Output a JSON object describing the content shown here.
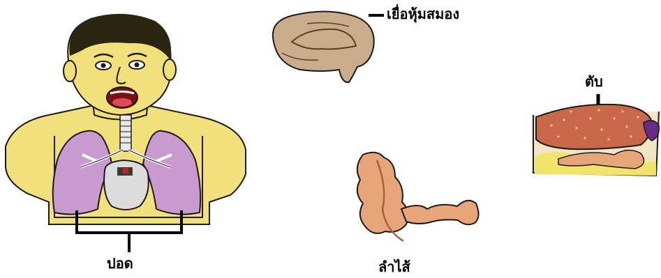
{
  "labels": {
    "meninges": "เยื่อหุ้มสมอง",
    "liver": "ตับ",
    "lungs": "ปอด",
    "intestine": "ลำไส้"
  },
  "colors": {
    "skin": "#f2e07a",
    "lung": "#c99ad0",
    "heart": "#dcdcdc",
    "brain": "#c9ac8a",
    "intestine": "#e9a57a",
    "liver": "#c9674a",
    "fat": "#f2e36a",
    "outline": "#1a1a1a"
  }
}
